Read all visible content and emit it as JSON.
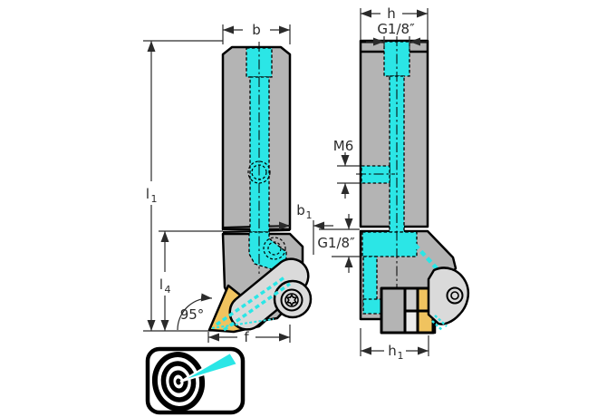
{
  "drawing": {
    "type": "technical-drawing",
    "views": {
      "front": {
        "dims": {
          "b": {
            "base": "b",
            "sub": ""
          },
          "b1": {
            "base": "b",
            "sub": "1"
          },
          "l1": {
            "base": "l",
            "sub": "1"
          },
          "l4": {
            "base": "l",
            "sub": "4"
          },
          "f": {
            "base": "f",
            "sub": ""
          },
          "angle": {
            "base": "95°",
            "sub": ""
          }
        }
      },
      "side": {
        "dims": {
          "h": {
            "base": "h",
            "sub": ""
          },
          "h1": {
            "base": "h",
            "sub": "1"
          },
          "g18_top": {
            "base": "G1/8″",
            "sub": ""
          },
          "m6": {
            "base": "M6",
            "sub": ""
          },
          "g18_rear": {
            "base": "G1/8″",
            "sub": ""
          }
        }
      }
    },
    "colors": {
      "coolant": "#2BE6E6",
      "insert": "#F0C35F",
      "body": "#B4B4B4",
      "body_light": "#DADADA",
      "cell_light": "#ECECEC",
      "cell_mid": "#CFCFCF",
      "outline": "#000000",
      "dim_lines": "#2B2B2B",
      "background": "#FFFFFF"
    },
    "icon": {
      "jet": "#2BE6E6"
    }
  }
}
